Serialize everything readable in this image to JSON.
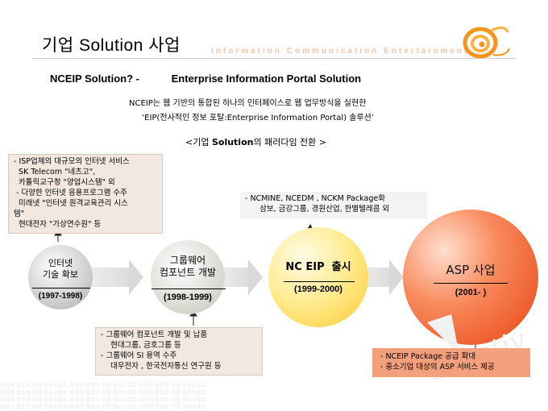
{
  "page": {
    "title": "기업 Solution 사업",
    "tagline": "Information  Communication  Entertainment"
  },
  "headline": {
    "left": "NCEIP Solution? -",
    "right": "Enterprise Information Portal Solution"
  },
  "description": {
    "line1": "NCEIP는 웹 기반의 통합된 하나의 인터페이스로 웹 업무방식을 실현한",
    "line2": "‘EIP(전사적인 정보 포탈:Enterprise Information Portal) 솔루션’"
  },
  "paradigm": {
    "prefix": "<기업 ",
    "bold": "Solution",
    "suffix": "의 패러다임 전환 >"
  },
  "notes": {
    "a": "- ISP업체의 대규모의 인터넷 서비스\n  SK Telecom \"네츠고\",\n  카톨릭교구청 \"양업시스템\" 외\n - 다양한 인터넷 응용프로그램 수주\n  미래넷 \"인터넷 원격교육관리 시스\n템\"\n  현대전자 \"가상연수원\" 등",
    "b": "- NCMINE, NCEDM , NCKM Package화\n      삼보, 금강그룹, 경원산업, 한별텔레콤 외",
    "c": "- 그룹웨어 컴포넌트 개발 및 납품\n    현대그룹, 금호그룹 등\n- 그룹웨어 SI 용역 수주\n    대우전자 , 한국전자통신 연구원 등",
    "d": "- NCEIP Package 공급 확대\n- 중소기업 대상의 ASP 서비스 제공"
  },
  "stages": [
    {
      "label": "인터넷\n기술 확보",
      "period": "(1997-1998)"
    },
    {
      "label": "그룹웨어\n컴포넌트 개발",
      "period": "(1998-1999)"
    },
    {
      "label": "NC EIP  출시",
      "period": "(1999-2000)"
    },
    {
      "label": "ASP 사업",
      "period": "(2001-  )"
    }
  ],
  "watermark": "저자의 창조의 키암 엔씨소프트 저자의 창조의 키암 엔씨소프트 저자의 창조의 키암 엔씨소프트",
  "colors": {
    "accent_orange": "#f7931e",
    "asp_circle": "#f26a3a",
    "eip_circle": "#ffe680",
    "note_tint": "#f2e8e0"
  }
}
